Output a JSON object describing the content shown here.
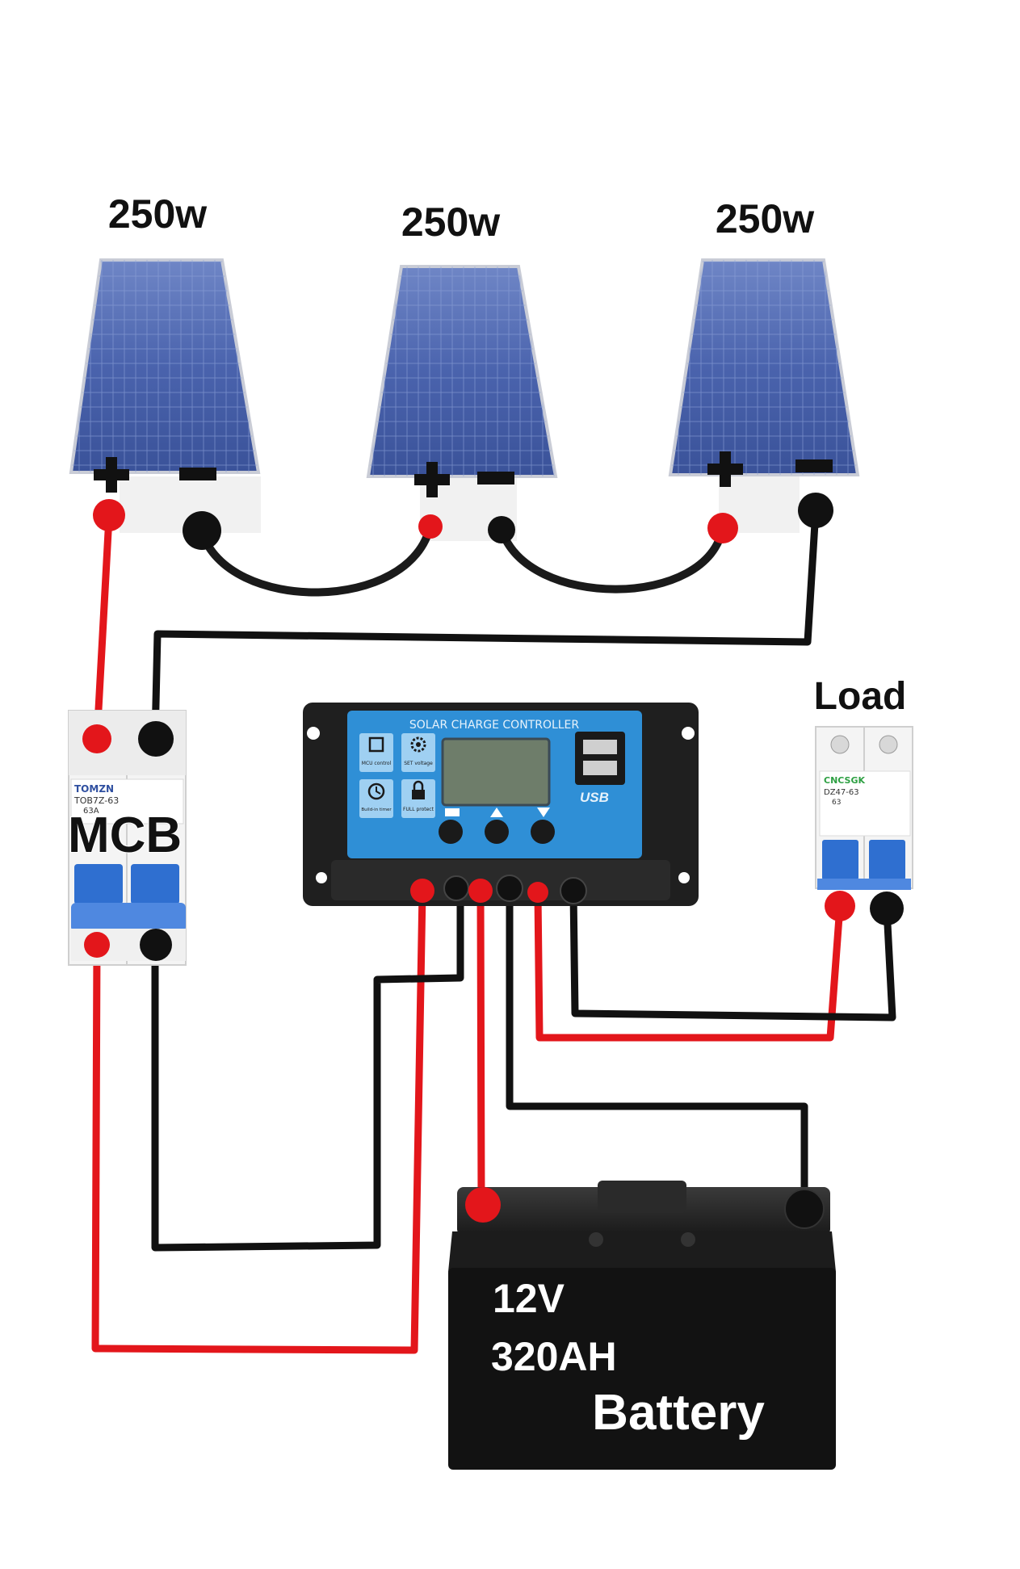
{
  "panels": [
    {
      "label": "250w"
    },
    {
      "label": "250w"
    },
    {
      "label": "250w"
    }
  ],
  "mcb": {
    "label": "MCB",
    "brand": "TOMZN",
    "model": "TOB7Z-63",
    "rating": "63A"
  },
  "controller": {
    "title": "SOLAR CHARGE CONTROLLER",
    "usb_label": "USB",
    "features": [
      {
        "label": "MCU control"
      },
      {
        "label": "SET voltage"
      },
      {
        "label": "Build-in timer"
      },
      {
        "label": "FULL protect"
      }
    ]
  },
  "load": {
    "label": "Load",
    "brand": "CNCSGK",
    "model": "DZ47-63",
    "rating": "63"
  },
  "battery": {
    "voltage": "12V",
    "capacity": "320AH",
    "label": "Battery"
  },
  "colors": {
    "positive": "#e3161b",
    "negative": "#111111",
    "panel": "#3b55a3",
    "controller_face": "#2f8fd6",
    "breaker_toggle": "#2f6fd0"
  }
}
